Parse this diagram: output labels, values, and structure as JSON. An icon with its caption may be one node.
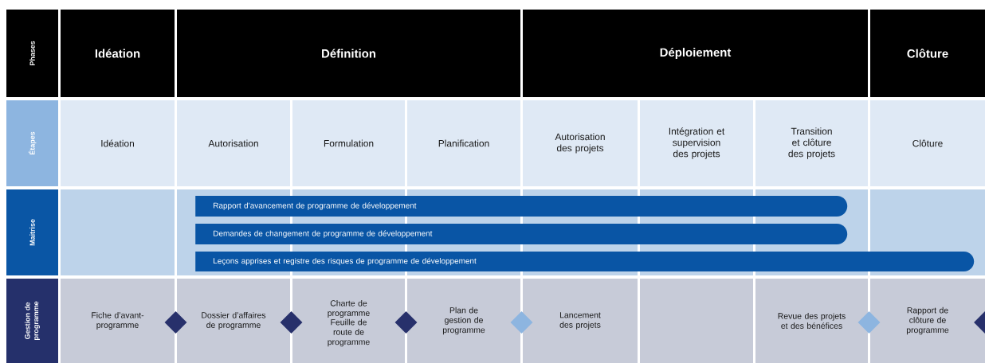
{
  "diagram": {
    "nodes": [
      {
        "text": [
          "Phases"
        ]
      },
      {
        "text": [
          "Idéation"
        ]
      },
      {
        "text": [
          "Définition"
        ]
      },
      {
        "text": [
          "Déploiement"
        ]
      },
      {
        "text": [
          "Clôture"
        ]
      },
      {
        "text": [
          "Étapes"
        ]
      },
      {
        "text": [
          "Idéation"
        ]
      },
      {
        "text": [
          "Autorisation"
        ]
      },
      {
        "text": [
          "Formulation"
        ]
      },
      {
        "text": [
          "Planification"
        ]
      },
      {
        "text": [
          "Autorisation des projets"
        ]
      },
      {
        "text": [
          "Intégration et supervision des projets"
        ]
      },
      {
        "text": [
          "Transition et clôture des projets"
        ]
      },
      {
        "text": [
          "Clôture"
        ]
      },
      {
        "text": [
          "Maitrise"
        ]
      },
      {
        "text": [
          "Rapport d’avancement de programme de développement"
        ]
      },
      {
        "text": [
          "Demandes de changement de programme de développement"
        ]
      },
      {
        "text": [
          "Leçons apprises et registre des risques de programme de développement"
        ]
      },
      {
        "text": [
          "Gestion de programme"
        ]
      },
      {
        "text": [
          "Fiche d’avant-programme"
        ]
      },
      {
        "text": [],
        "shape": "diamond"
      },
      {
        "text": [
          "Dossier d’affaires de programme"
        ]
      },
      {
        "text": [],
        "shape": "diamond"
      },
      {
        "text": [
          "Charte de programme",
          "Feuille de route de programme"
        ]
      },
      {
        "text": [],
        "shape": "diamond"
      },
      {
        "text": [
          "Plan de gestion de programme"
        ]
      },
      {
        "text": [],
        "shape": "diamond"
      },
      {
        "text": [
          "Lancement des projets"
        ]
      },
      {
        "text": [],
        "shape": "box"
      },
      {
        "text": [
          "Revue des projets et des bénéfices"
        ]
      },
      {
        "text": [],
        "shape": "diamond"
      },
      {
        "text": [
          "Rapport de clôture de programme"
        ]
      },
      {
        "text": [],
        "shape": "diamond"
      }
    ]
  }
}
